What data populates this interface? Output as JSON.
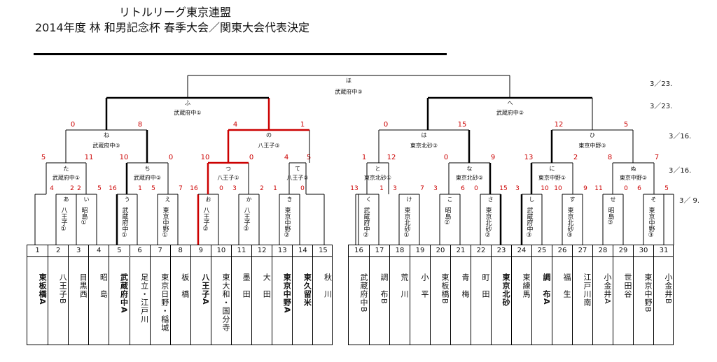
{
  "header": {
    "line1": "リトルリーグ東京連盟",
    "line2": "2014年度 林 和男記念杯 春季大会／関東大会代表決定"
  },
  "dates": [
    "3／23.",
    "3／23.",
    "3／16.",
    "3／16.",
    "3／ 9."
  ],
  "final": {
    "label": "ほ",
    "winner": "武蔵府中③"
  },
  "semis": [
    {
      "label": "ふ",
      "winner": "武蔵府中①"
    },
    {
      "label": "へ",
      "winner": "武蔵府中②"
    }
  ],
  "quarters": [
    {
      "label": "ね",
      "winner": "武蔵府中③",
      "left_score": "0",
      "right_score": "8"
    },
    {
      "label": "の",
      "winner": "八王子③",
      "left_score": "4",
      "right_score": "1"
    },
    {
      "label": "は",
      "winner": "東京北砂③",
      "left_score": "0",
      "right_score": "15"
    },
    {
      "label": "ひ",
      "winner": "東京中野③",
      "left_score": "12",
      "right_score": "5"
    }
  ],
  "round2": [
    {
      "label": "た",
      "winner": "武蔵府中①",
      "left_score": "5",
      "right_score": "11"
    },
    {
      "label": "ち",
      "winner": "武蔵府中②",
      "left_score": "10",
      "right_score": "0"
    },
    {
      "label": "つ",
      "winner": "八王子①",
      "left_score": "10",
      "right_score": "0"
    },
    {
      "label": "て",
      "winner": "八王子②",
      "left_score": "4",
      "right_score": "5"
    },
    {
      "label": "と",
      "winner": "東京北砂①",
      "left_score": "1",
      "right_score": "12"
    },
    {
      "label": "な",
      "winner": "東京北砂②",
      "left_score": "0",
      "right_score": "9"
    },
    {
      "label": "に",
      "winner": "東京中野①",
      "left_score": "13",
      "right_score": "2"
    },
    {
      "label": "ぬ",
      "winner": "東京中野②",
      "left_score": "8",
      "right_score": "7"
    }
  ],
  "round1": [
    {
      "label": "あ",
      "winner": "八王子①",
      "left_score": "4",
      "right_score": "2"
    },
    {
      "label": "い",
      "winner": "昭島①",
      "left_score": "2",
      "right_score": "5"
    },
    {
      "label": "う",
      "winner": "武蔵府中①",
      "left_score": "16",
      "right_score": "1"
    },
    {
      "label": "え",
      "winner": "東京中野①",
      "left_score": "5",
      "right_score": "7"
    },
    {
      "label": "お",
      "winner": "八王子②",
      "left_score": "16",
      "right_score": "0"
    },
    {
      "label": "か",
      "winner": "八王子③",
      "left_score": "3",
      "right_score": "2"
    },
    {
      "label": "き",
      "winner": "東京中野②",
      "left_score": "1",
      "right_score": "0"
    },
    {
      "label": "く",
      "winner": "武蔵府中②",
      "left_score": "13",
      "right_score": "1"
    },
    {
      "label": "け",
      "winner": "東京北砂①",
      "left_score": "3",
      "right_score": "7"
    },
    {
      "label": "こ",
      "winner": "昭島②",
      "left_score": "3",
      "right_score": "6"
    },
    {
      "label": "さ",
      "winner": "東京北砂②",
      "left_score": "0",
      "right_score": "15"
    },
    {
      "label": "し",
      "winner": "武蔵府中③",
      "left_score": "3",
      "right_score": "10"
    },
    {
      "label": "す",
      "winner": "東京北砂③",
      "left_score": "10",
      "right_score": "9"
    },
    {
      "label": "せ",
      "winner": "昭島③",
      "left_score": "11",
      "right_score": "0"
    },
    {
      "label": "そ",
      "winner": "東京中野③",
      "left_score": "6",
      "right_score": "5"
    }
  ],
  "teams_left": [
    {
      "num": "1",
      "name": "東板橋A",
      "bold": true
    },
    {
      "num": "2",
      "name": "八王子B",
      "bold": false
    },
    {
      "num": "3",
      "name": "目黒西",
      "bold": false
    },
    {
      "num": "4",
      "name": "昭　島",
      "bold": false
    },
    {
      "num": "5",
      "name": "武蔵府中A",
      "bold": true
    },
    {
      "num": "6",
      "name": "足立・江戸川",
      "bold": false
    },
    {
      "num": "7",
      "name": "東京日野・稲城",
      "bold": false
    },
    {
      "num": "8",
      "name": "板　橋",
      "bold": false
    },
    {
      "num": "9",
      "name": "八王子A",
      "bold": true
    },
    {
      "num": "10",
      "name": "東大和・国分寺",
      "bold": false
    },
    {
      "num": "11",
      "name": "墨　田",
      "bold": false
    },
    {
      "num": "12",
      "name": "大　田",
      "bold": false
    },
    {
      "num": "13",
      "name": "東京中野A",
      "bold": true
    },
    {
      "num": "14",
      "name": "東久留米",
      "bold": true
    },
    {
      "num": "15",
      "name": "秋　川",
      "bold": false
    }
  ],
  "teams_right": [
    {
      "num": "16",
      "name": "武蔵府中B",
      "bold": false
    },
    {
      "num": "17",
      "name": "調　布B",
      "bold": false
    },
    {
      "num": "18",
      "name": "荒　川",
      "bold": false
    },
    {
      "num": "19",
      "name": "小　平",
      "bold": false
    },
    {
      "num": "20",
      "name": "東板橋B",
      "bold": false
    },
    {
      "num": "21",
      "name": "青　梅",
      "bold": false
    },
    {
      "num": "22",
      "name": "町　田",
      "bold": false
    },
    {
      "num": "23",
      "name": "東京北砂",
      "bold": true
    },
    {
      "num": "24",
      "name": "東練馬",
      "bold": false
    },
    {
      "num": "25",
      "name": "調　布A",
      "bold": true
    },
    {
      "num": "26",
      "name": "福　生",
      "bold": false
    },
    {
      "num": "27",
      "name": "江戸川南",
      "bold": false
    },
    {
      "num": "28",
      "name": "小金井A",
      "bold": false
    },
    {
      "num": "29",
      "name": "世田谷",
      "bold": false
    },
    {
      "num": "30",
      "name": "東京中野B",
      "bold": false
    },
    {
      "num": "31",
      "name": "小金井B",
      "bold": false
    }
  ],
  "colors": {
    "line": "#000000",
    "highlight": "#cc0000",
    "score": "#cc0000",
    "text": "#111111"
  }
}
